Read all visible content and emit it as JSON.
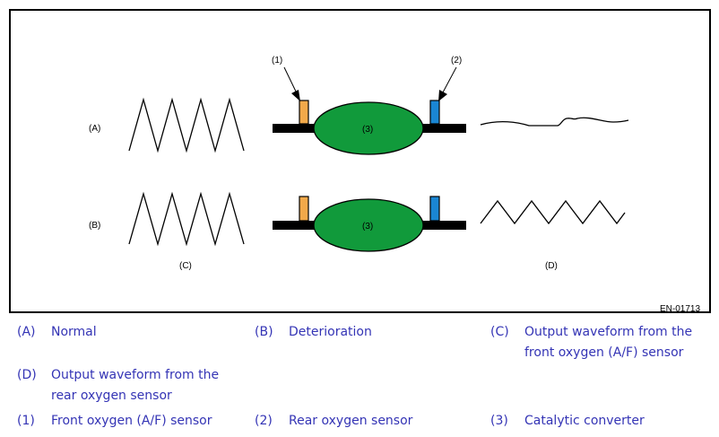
{
  "figure": {
    "code": "EN-01713",
    "row_labels": {
      "a": "(A)",
      "b": "(B)"
    },
    "callouts": {
      "front_sensor": "(1)",
      "rear_sensor": "(2)"
    },
    "converter_labels": {
      "top": "(3)",
      "bottom": "(3)"
    },
    "bottom_labels": {
      "c": "(C)",
      "d": "(D)"
    },
    "colors": {
      "converter": "#119a3b",
      "front_sensor": "#f2a94a",
      "rear_sensor": "#1a86d3",
      "pipe": "#000000",
      "legend_text": "#3434b5"
    }
  },
  "legend": {
    "a": {
      "key": "(A)",
      "text": "Normal"
    },
    "b": {
      "key": "(B)",
      "text": "Deterioration"
    },
    "c": {
      "key": "(C)",
      "line1": "Output waveform from the",
      "line2": "front oxygen (A/F) sensor"
    },
    "d": {
      "key": "(D)",
      "line1": "Output waveform from the",
      "line2": "rear oxygen sensor"
    },
    "n1": {
      "key": "(1)",
      "text": "Front oxygen (A/F) sensor"
    },
    "n2": {
      "key": "(2)",
      "text": "Rear oxygen sensor"
    },
    "n3": {
      "key": "(3)",
      "text": "Catalytic converter"
    }
  }
}
